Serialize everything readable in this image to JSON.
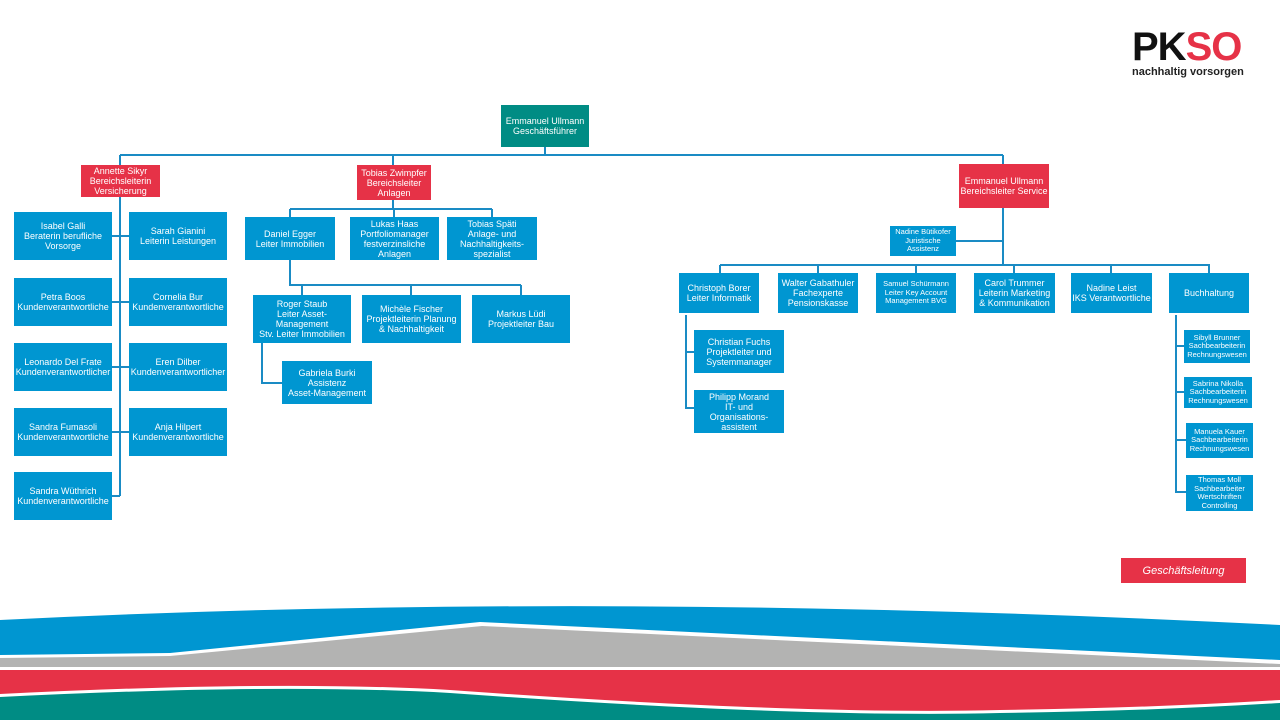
{
  "logo": {
    "brand_dark": "PK",
    "brand_red": "SO",
    "tagline": "nachhaltig vorsorgen"
  },
  "legend": {
    "label": "Geschäftsleitung"
  },
  "colors": {
    "blue": "#0096d1",
    "red": "#e63247",
    "teal": "#008c84",
    "gray": "#b3b3b2"
  },
  "ceo": "Emmanuel Ullmann\nGeschäftsführer",
  "versicherung": {
    "head": "Annette Sikyr\nBereichsleiterin\nVersicherung",
    "left": [
      "Isabel Galli\nBeraterin berufliche\nVorsorge",
      "Petra Boos\nKundenverantwortliche",
      "Leonardo Del Frate\nKundenverantwortlicher",
      "Sandra Fumasoli\nKundenverantwortliche",
      "Sandra Wüthrich\nKundenverantwortliche"
    ],
    "right": [
      "Sarah Gianini\nLeiterin Leistungen",
      "Cornelia Bur\nKundenverantwortliche",
      "Eren Dilber\nKundenverantwortlicher",
      "Anja Hilpert\nKundenverantwortliche"
    ]
  },
  "anlagen": {
    "head": "Tobias Zwimpfer\nBereichsleiter\nAnlagen",
    "members": [
      "Daniel Egger\nLeiter Immobilien",
      "Lukas Haas\nPortfoliomanager\nfestverzinsliche\nAnlagen",
      "Tobias Späti\nAnlage- und\nNachhaltigkeits-\nspezialist"
    ],
    "immobilien": [
      "Roger Staub\nLeiter Asset-\nManagement\nStv. Leiter Immobilien",
      "Michèle Fischer\nProjektleiterin Planung\n& Nachhaltigkeit",
      "Markus Lüdi\nProjektleiter Bau"
    ],
    "assistant": "Gabriela Burki\nAssistenz\nAsset-Management"
  },
  "service": {
    "head": "Emmanuel Ullmann\nBereichsleiter Service",
    "staff": "Nadine Bütikofer\nJuristische\nAssistenz",
    "members": [
      "Christoph Borer\nLeiter Informatik",
      "Walter Gabathuler\nFachexperte\nPensionskasse",
      "Samuel Schürmann\nLeiter Key Account\nManagement BVG",
      "Carol Trummer\nLeiterin Marketing\n& Kommunikation",
      "Nadine Leist\nIKS Verantwortliche",
      "Buchhaltung"
    ],
    "informatik": [
      "Christian Fuchs\nProjektleiter und\nSystemmanager",
      "Philipp Morand\nIT- und Organisations-\nassistent"
    ],
    "buchhaltung": [
      "Sibyll Brunner\nSachbearbeiterin\nRechnungswesen",
      "Sabrina Nikolla\nSachbearbeiterin\nRechnungswesen",
      "Manuela Kauer\nSachbearbeiterin\nRechnungswesen",
      "Thomas Moll\nSachbearbeiter\nWertschriften\nControlling"
    ]
  }
}
